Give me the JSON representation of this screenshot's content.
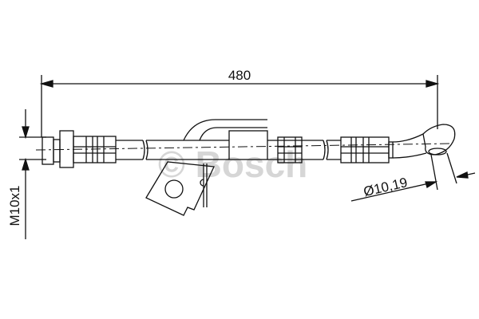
{
  "drawing": {
    "length_dimension": "480",
    "thread_dimension": "M10x1",
    "diameter_dimension": "Ø10,19",
    "watermark": "© Bosch",
    "line_color": "#111111",
    "watermark_color": "#d6d6d6"
  }
}
